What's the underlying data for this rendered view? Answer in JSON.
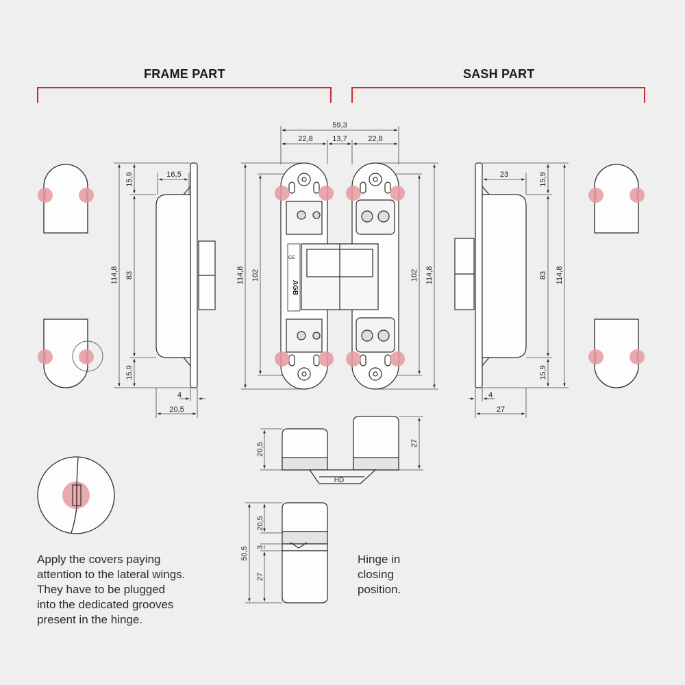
{
  "headings": {
    "frame": "FRAME PART",
    "sash": "SASH PART"
  },
  "notes": {
    "covers": [
      "Apply the covers paying",
      "attention to the lateral wings.",
      "They have to be plugged",
      "into the dedicated grooves",
      "present in the hinge."
    ],
    "closing": [
      "Hinge in",
      "closing",
      "position."
    ]
  },
  "dims": {
    "total_width": "59,3",
    "wing_left": "22,8",
    "center": "13,7",
    "wing_right": "22,8",
    "frame_depth_top": "16,5",
    "frame_15_9_top": "15,9",
    "frame_83": "83",
    "frame_114_8": "114,8",
    "frame_15_9_bot": "15,9",
    "frame_4": "4",
    "frame_20_5": "20,5",
    "front_114_8_l": "114,8",
    "front_102_l": "102",
    "front_102_r": "102",
    "front_114_8_r": "114,8",
    "sash_23": "23",
    "sash_15_9_top": "15,9",
    "sash_83": "83",
    "sash_114_8": "114,8",
    "sash_15_9_bot": "15,9",
    "sash_4": "4",
    "sash_27": "27",
    "top_20_5": "20,5",
    "top_27": "27",
    "closed_50_5": "50,5",
    "closed_20_5": "20,5",
    "closed_3": "3",
    "closed_27": "27"
  },
  "labels": {
    "hd": "HD",
    "logo": "AGB",
    "mark": "CE"
  },
  "colors": {
    "accent": "#cc2a32",
    "highlight": "#e59aa0",
    "line": "#2a2a2a"
  }
}
